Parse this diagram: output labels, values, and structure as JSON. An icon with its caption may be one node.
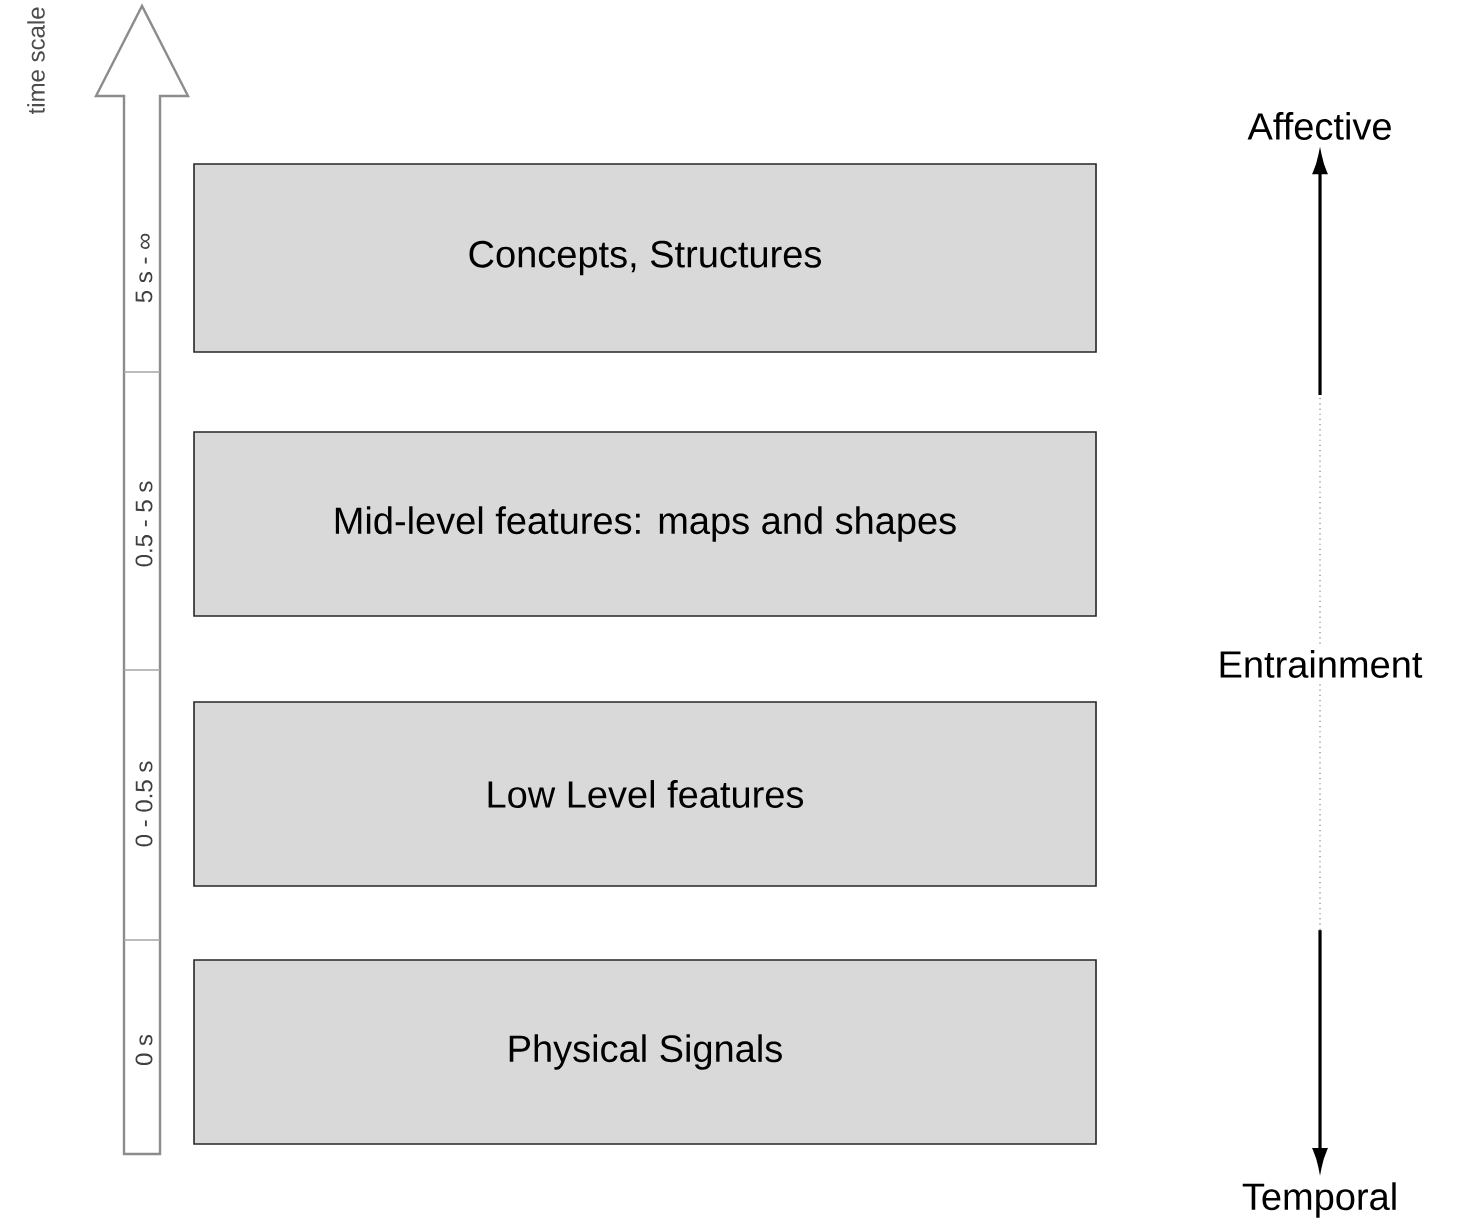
{
  "diagram": {
    "nodes": [
      {
        "text": [
          "Concepts, Structures"
        ]
      },
      {
        "text": [
          "Mid-level features: maps and shapes"
        ]
      },
      {
        "text": [
          "Low Level features"
        ]
      },
      {
        "text": [
          "Physical Signals"
        ]
      },
      {
        "text": [
          "Affective"
        ]
      },
      {
        "text": [
          "Entrainment"
        ]
      },
      {
        "text": [
          "Temporal"
        ]
      }
    ],
    "edges": [
      {
        "from": 5,
        "to": 4,
        "arrow": "to"
      },
      {
        "from": 5,
        "to": 6,
        "arrow": "to"
      }
    ],
    "labels": [
      "time scale",
      "5 s - ∞",
      "0.5 - 5 s",
      "0 - 0.5 s",
      "0 s"
    ]
  }
}
